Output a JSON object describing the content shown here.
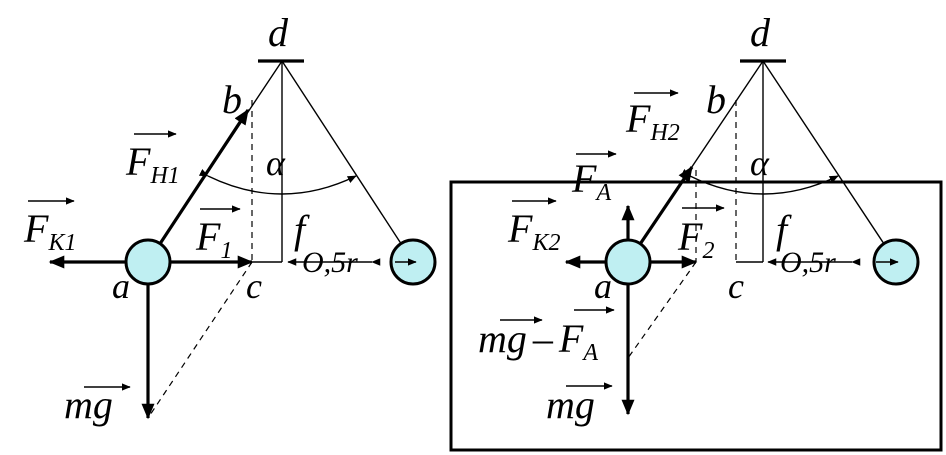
{
  "left_panel": {
    "pivot": "d",
    "point_b": "b",
    "point_a": "a",
    "point_c": "c",
    "alpha": "α",
    "f": "f",
    "half_r": "O,5r",
    "tension": {
      "base": "F",
      "sub": "H1"
    },
    "coulomb": {
      "base": "F",
      "sub": "K1"
    },
    "resultant": {
      "base": "F",
      "sub": "1"
    },
    "weight": "mg"
  },
  "right_panel": {
    "pivot": "d",
    "point_b": "b",
    "point_a": "a",
    "point_c": "c",
    "alpha": "α",
    "f": "f",
    "half_r": "O,5r",
    "tension": {
      "base": "F",
      "sub": "H2"
    },
    "archimedes": {
      "base": "F",
      "sub": "A"
    },
    "coulomb": {
      "base": "F",
      "sub": "K2"
    },
    "resultant": {
      "base": "F",
      "sub": "2"
    },
    "weight_minus_buoyancy": {
      "mg": "mg",
      "minus": "–",
      "base": "F",
      "sub": "A"
    },
    "weight": "mg"
  },
  "colors": {
    "ball_fill": "#bfeff2",
    "stroke": "#000000"
  }
}
